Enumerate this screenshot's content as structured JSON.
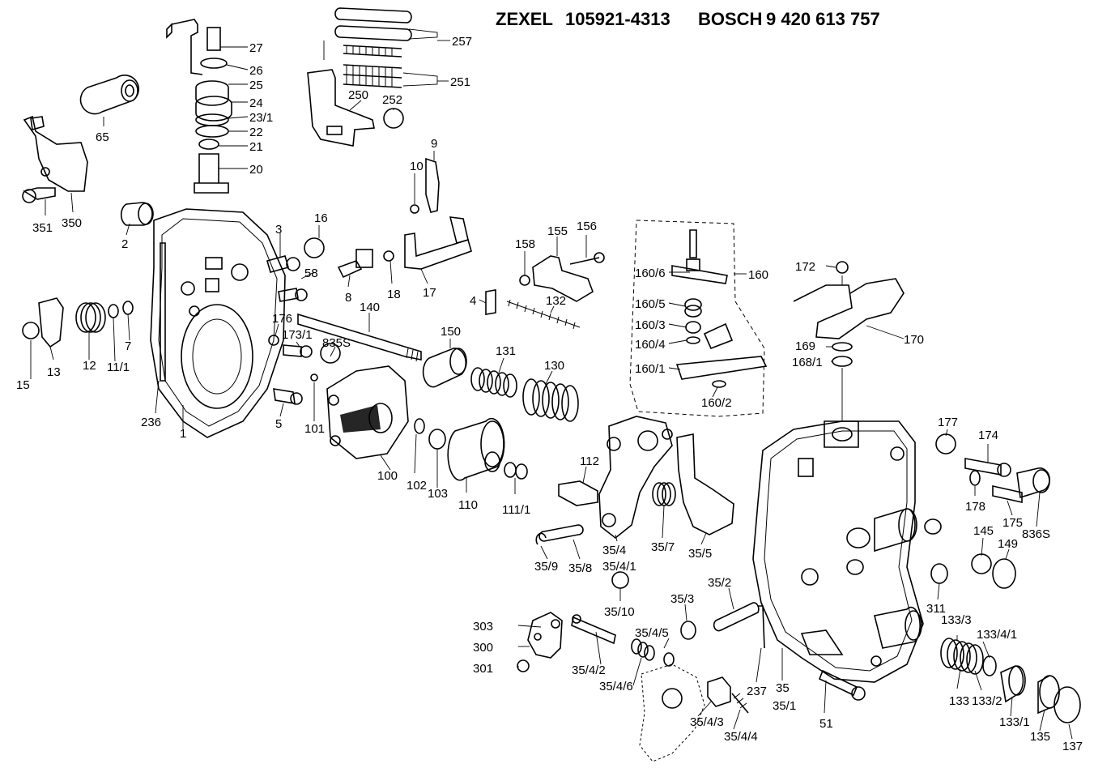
{
  "header": {
    "brand1": "ZEXEL",
    "number1": "105921-4313",
    "brand2": "BOSCH",
    "number2": "9 420 613 757"
  },
  "labels": [
    {
      "id": "l27",
      "text": "27"
    },
    {
      "id": "l26",
      "text": "26"
    },
    {
      "id": "l25",
      "text": "25"
    },
    {
      "id": "l24",
      "text": "24"
    },
    {
      "id": "l23_1",
      "text": "23/1"
    },
    {
      "id": "l22",
      "text": "22"
    },
    {
      "id": "l21",
      "text": "21"
    },
    {
      "id": "l20",
      "text": "20"
    },
    {
      "id": "l65",
      "text": "65"
    },
    {
      "id": "l257",
      "text": "257"
    },
    {
      "id": "l251",
      "text": "251"
    },
    {
      "id": "l250",
      "text": "250"
    },
    {
      "id": "l252",
      "text": "252"
    },
    {
      "id": "l9",
      "text": "9"
    },
    {
      "id": "l10",
      "text": "10"
    },
    {
      "id": "l351",
      "text": "351"
    },
    {
      "id": "l350",
      "text": "350"
    },
    {
      "id": "l2",
      "text": "2"
    },
    {
      "id": "l3",
      "text": "3"
    },
    {
      "id": "l16",
      "text": "16"
    },
    {
      "id": "l58",
      "text": "58"
    },
    {
      "id": "l8",
      "text": "8"
    },
    {
      "id": "l18",
      "text": "18"
    },
    {
      "id": "l17",
      "text": "17"
    },
    {
      "id": "l158",
      "text": "158"
    },
    {
      "id": "l155",
      "text": "155"
    },
    {
      "id": "l156",
      "text": "156"
    },
    {
      "id": "l4",
      "text": "4"
    },
    {
      "id": "l132",
      "text": "132"
    },
    {
      "id": "l160_6",
      "text": "160/6"
    },
    {
      "id": "l160",
      "text": "160"
    },
    {
      "id": "l160_5",
      "text": "160/5"
    },
    {
      "id": "l160_3",
      "text": "160/3"
    },
    {
      "id": "l160_4",
      "text": "160/4"
    },
    {
      "id": "l160_1",
      "text": "160/1"
    },
    {
      "id": "l160_2",
      "text": "160/2"
    },
    {
      "id": "l172",
      "text": "172"
    },
    {
      "id": "l170",
      "text": "170"
    },
    {
      "id": "l169",
      "text": "169"
    },
    {
      "id": "l168_1",
      "text": "168/1"
    },
    {
      "id": "l15",
      "text": "15"
    },
    {
      "id": "l13",
      "text": "13"
    },
    {
      "id": "l12",
      "text": "12"
    },
    {
      "id": "l11_1",
      "text": "11/1"
    },
    {
      "id": "l7",
      "text": "7"
    },
    {
      "id": "l176",
      "text": "176"
    },
    {
      "id": "l173_1",
      "text": "173/1"
    },
    {
      "id": "l140",
      "text": "140"
    },
    {
      "id": "l835S",
      "text": "835S"
    },
    {
      "id": "l150",
      "text": "150"
    },
    {
      "id": "l131",
      "text": "131"
    },
    {
      "id": "l130",
      "text": "130"
    },
    {
      "id": "l236",
      "text": "236"
    },
    {
      "id": "l1",
      "text": "1"
    },
    {
      "id": "l5",
      "text": "5"
    },
    {
      "id": "l101",
      "text": "101"
    },
    {
      "id": "l100",
      "text": "100"
    },
    {
      "id": "l102",
      "text": "102"
    },
    {
      "id": "l103",
      "text": "103"
    },
    {
      "id": "l110",
      "text": "110"
    },
    {
      "id": "l111_1",
      "text": "111/1"
    },
    {
      "id": "l112",
      "text": "112"
    },
    {
      "id": "l177",
      "text": "177"
    },
    {
      "id": "l174",
      "text": "174"
    },
    {
      "id": "l178",
      "text": "178"
    },
    {
      "id": "l175",
      "text": "175"
    },
    {
      "id": "l836S",
      "text": "836S"
    },
    {
      "id": "l145",
      "text": "145"
    },
    {
      "id": "l149",
      "text": "149"
    },
    {
      "id": "l35_9",
      "text": "35/9"
    },
    {
      "id": "l35_8",
      "text": "35/8"
    },
    {
      "id": "l35_4",
      "text": "35/4"
    },
    {
      "id": "l35_4_1",
      "text": "35/4/1"
    },
    {
      "id": "l35_7",
      "text": "35/7"
    },
    {
      "id": "l35_5",
      "text": "35/5"
    },
    {
      "id": "l35_10",
      "text": "35/10"
    },
    {
      "id": "l35_3",
      "text": "35/3"
    },
    {
      "id": "l35_2",
      "text": "35/2"
    },
    {
      "id": "l311",
      "text": "311"
    },
    {
      "id": "l303",
      "text": "303"
    },
    {
      "id": "l300",
      "text": "300"
    },
    {
      "id": "l301",
      "text": "301"
    },
    {
      "id": "l35_4_5",
      "text": "35/4/5"
    },
    {
      "id": "l35_4_2",
      "text": "35/4/2"
    },
    {
      "id": "l35_4_6",
      "text": "35/4/6"
    },
    {
      "id": "l35_4_3",
      "text": "35/4/3"
    },
    {
      "id": "l35_4_4",
      "text": "35/4/4"
    },
    {
      "id": "l237",
      "text": "237"
    },
    {
      "id": "l35",
      "text": "35"
    },
    {
      "id": "l35_1",
      "text": "35/1"
    },
    {
      "id": "l51",
      "text": "51"
    },
    {
      "id": "l133_3",
      "text": "133/3"
    },
    {
      "id": "l133_4_1",
      "text": "133/4/1"
    },
    {
      "id": "l133",
      "text": "133"
    },
    {
      "id": "l133_2",
      "text": "133/2"
    },
    {
      "id": "l133_1",
      "text": "133/1"
    },
    {
      "id": "l135",
      "text": "135"
    },
    {
      "id": "l137",
      "text": "137"
    }
  ]
}
